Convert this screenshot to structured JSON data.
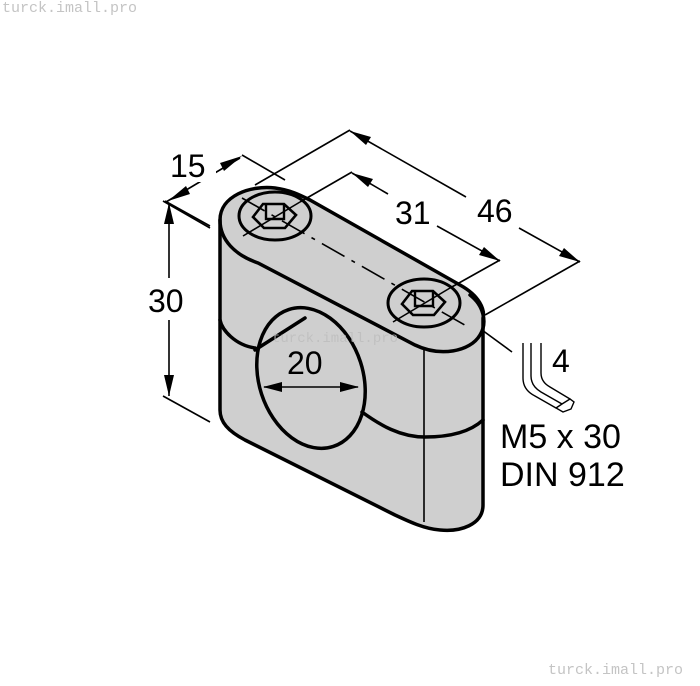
{
  "watermarks": {
    "top_left": "turck.imall.pro",
    "bottom_right": "turck.imall.pro",
    "center": "turck.imall.pro"
  },
  "drawing": {
    "subject": "pipe clamp block with two socket head cap screws",
    "fill_color": "#cfcfcf",
    "line_color": "#000000",
    "dimensions": {
      "depth": "15",
      "screw_spacing": "31",
      "length": "46",
      "height": "30",
      "bore_diameter": "20"
    },
    "hex_key": {
      "size": "4"
    },
    "screw_spec": {
      "line1": "M5 x 30",
      "line2": "DIN 912"
    }
  }
}
